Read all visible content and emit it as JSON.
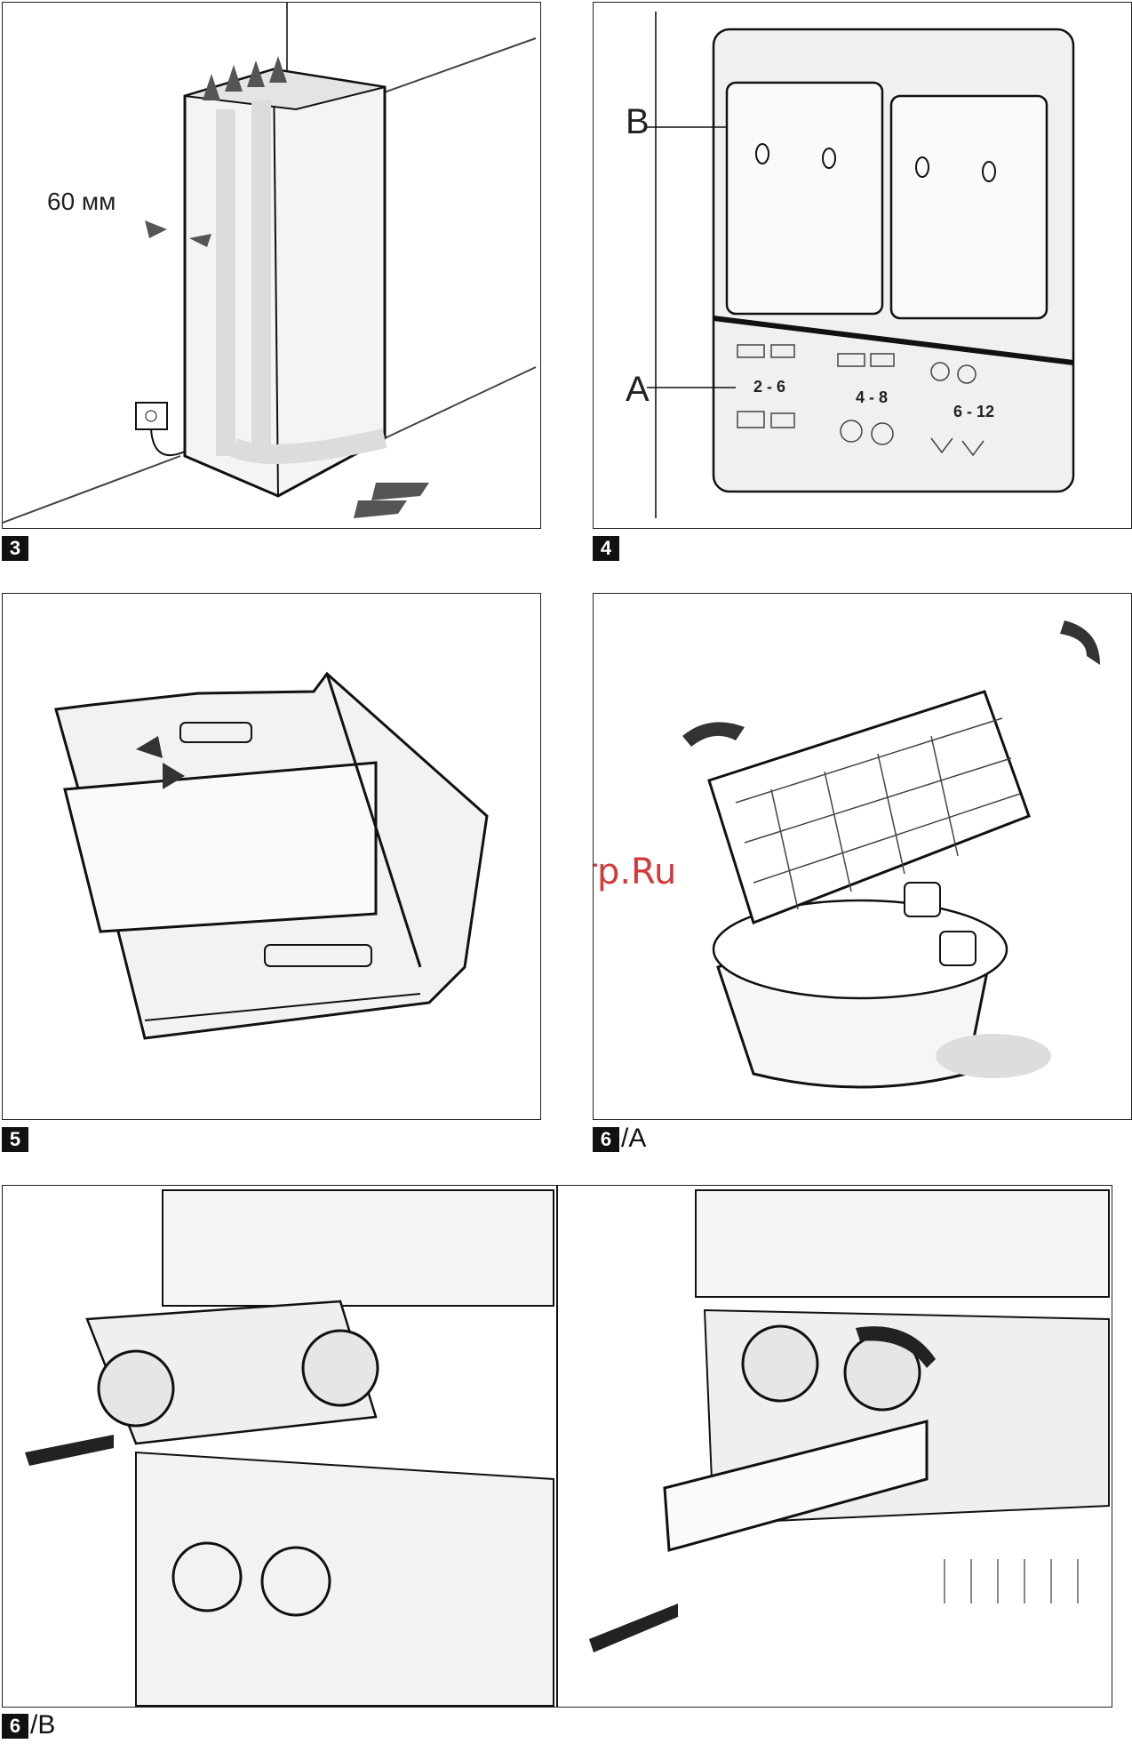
{
  "figures": [
    {
      "number": "3",
      "suffix": "",
      "labels": {
        "clearance": "60 мм"
      }
    },
    {
      "number": "4",
      "suffix": "",
      "labels": {
        "b": "B",
        "a": "A",
        "range1": "2 - 6",
        "range2": "4 - 8",
        "range3": "6 - 12"
      }
    },
    {
      "number": "5",
      "suffix": ""
    },
    {
      "number": "6",
      "suffix": "/A"
    },
    {
      "number": "6",
      "suffix": "/B"
    }
  ],
  "watermark": "McGrp.Ru"
}
